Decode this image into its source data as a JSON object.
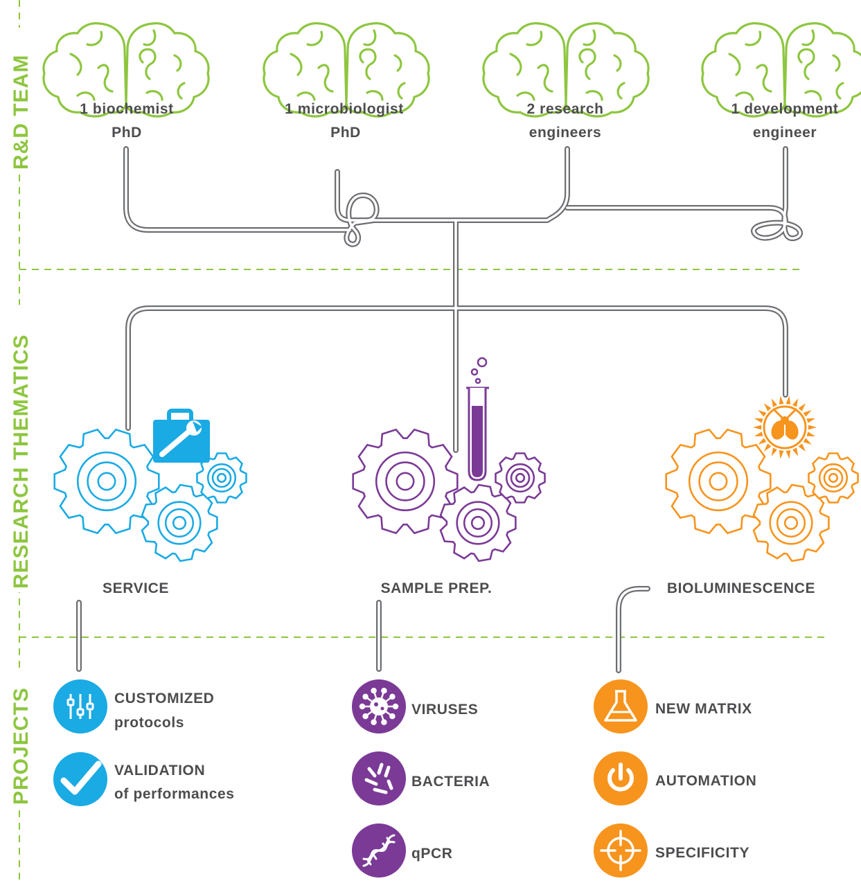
{
  "sections": {
    "team": "R&D TEAM",
    "thematics": "RESEARCH THEMATICS",
    "projects": "PROJECTS"
  },
  "team": [
    {
      "line1": "1 biochemist",
      "line2": "PhD",
      "icon": "brain-icon"
    },
    {
      "line1": "1 microbiologist",
      "line2": "PhD",
      "icon": "brain-icon"
    },
    {
      "line1": "2 research",
      "line2": "engineers",
      "icon": "brain-icon"
    },
    {
      "line1": "1 development",
      "line2": "engineer",
      "icon": "brain-icon"
    }
  ],
  "thematics": [
    {
      "label": "SERVICE",
      "icon": "toolbox-wrench-icon",
      "color": "#1aaae4"
    },
    {
      "label": "SAMPLE PREP.",
      "icon": "test-tube-icon",
      "color": "#7b3a96"
    },
    {
      "label": "BIOLUMINESCENCE",
      "icon": "firefly-icon",
      "color": "#f7941d"
    }
  ],
  "projects": {
    "service": [
      {
        "line1": "CUSTOMIZED",
        "line2": "protocols",
        "icon": "sliders-icon"
      },
      {
        "line1": "VALIDATION",
        "line2": "of performances",
        "icon": "checkmark-icon"
      }
    ],
    "sample_prep": [
      {
        "label": "VIRUSES",
        "icon": "virus-icon"
      },
      {
        "label": "BACTERIA",
        "icon": "bacteria-icon"
      },
      {
        "label": "qPCR",
        "icon": "dna-icon"
      }
    ],
    "bioluminescence": [
      {
        "label": "NEW MATRIX",
        "icon": "flask-icon"
      },
      {
        "label": "AUTOMATION",
        "icon": "power-icon"
      },
      {
        "label": "SPECIFICITY",
        "icon": "crosshair-icon"
      }
    ]
  },
  "colors": {
    "green": "#8dc63f",
    "blue": "#1aaae4",
    "purple": "#7b3a96",
    "orange": "#f7941d",
    "gray_text": "#4d4d4f",
    "pipe": "#6d6e71"
  }
}
